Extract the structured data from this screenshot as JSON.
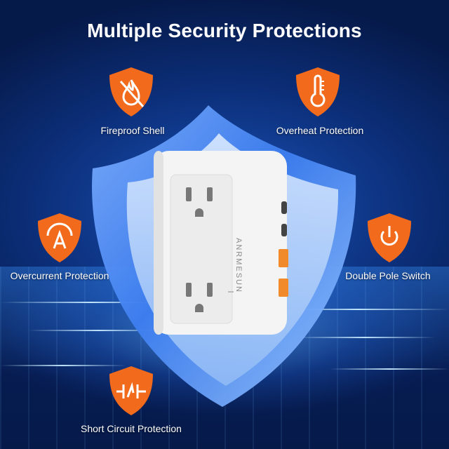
{
  "title": "Multiple Security Protections",
  "brand": "ANRMESUN",
  "colors": {
    "accent": "#f26a1b",
    "background": "#061a4a",
    "shield": "#3d7ef0"
  },
  "features": [
    {
      "label": "Fireproof Shell",
      "icon": "no-fire-icon"
    },
    {
      "label": "Overheat Protection",
      "icon": "thermometer-icon"
    },
    {
      "label": "Overcurrent Protection",
      "icon": "overcurrent-icon"
    },
    {
      "label": "Double Pole Switch",
      "icon": "power-icon"
    },
    {
      "label": "Short Circuit Protection",
      "icon": "circuit-icon"
    }
  ]
}
